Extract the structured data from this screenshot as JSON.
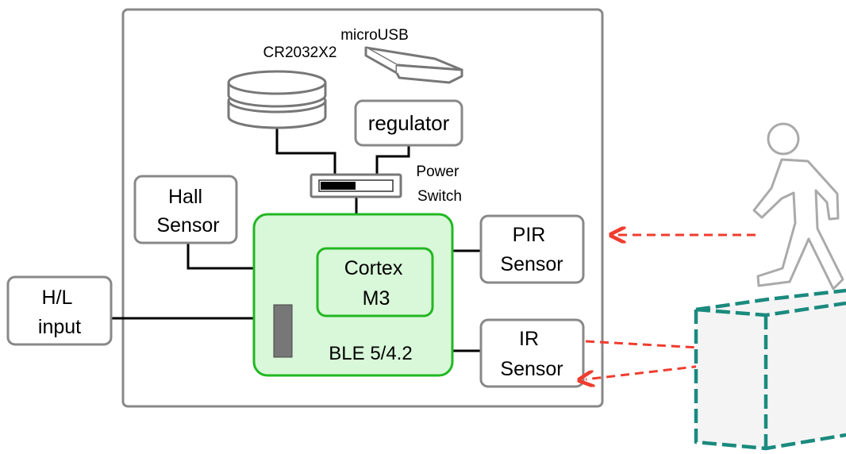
{
  "labels": {
    "battery": "CR2032X2",
    "usb": "microUSB",
    "regulator": "regulator",
    "power_switch_line1": "Power",
    "power_switch_line2": "Switch",
    "hall_line1": "Hall",
    "hall_line2": "Sensor",
    "pir_line1": "PIR",
    "pir_line2": "Sensor",
    "ir_line1": "IR",
    "ir_line2": "Sensor",
    "hl_line1": "H/L",
    "hl_line2": "input",
    "cortex_line1": "Cortex",
    "cortex_line2": "M3",
    "ble": "BLE 5/4.2"
  },
  "colors": {
    "board_border": "#888888",
    "box_border": "#888888",
    "wire": "#000000",
    "ble_fill": "#d9f7d9",
    "ble_border": "#22b722",
    "arrow": "#f03c2e",
    "cube_edge": "#1a8a7e",
    "person": "#aaaaaa",
    "chip": "#777777"
  }
}
